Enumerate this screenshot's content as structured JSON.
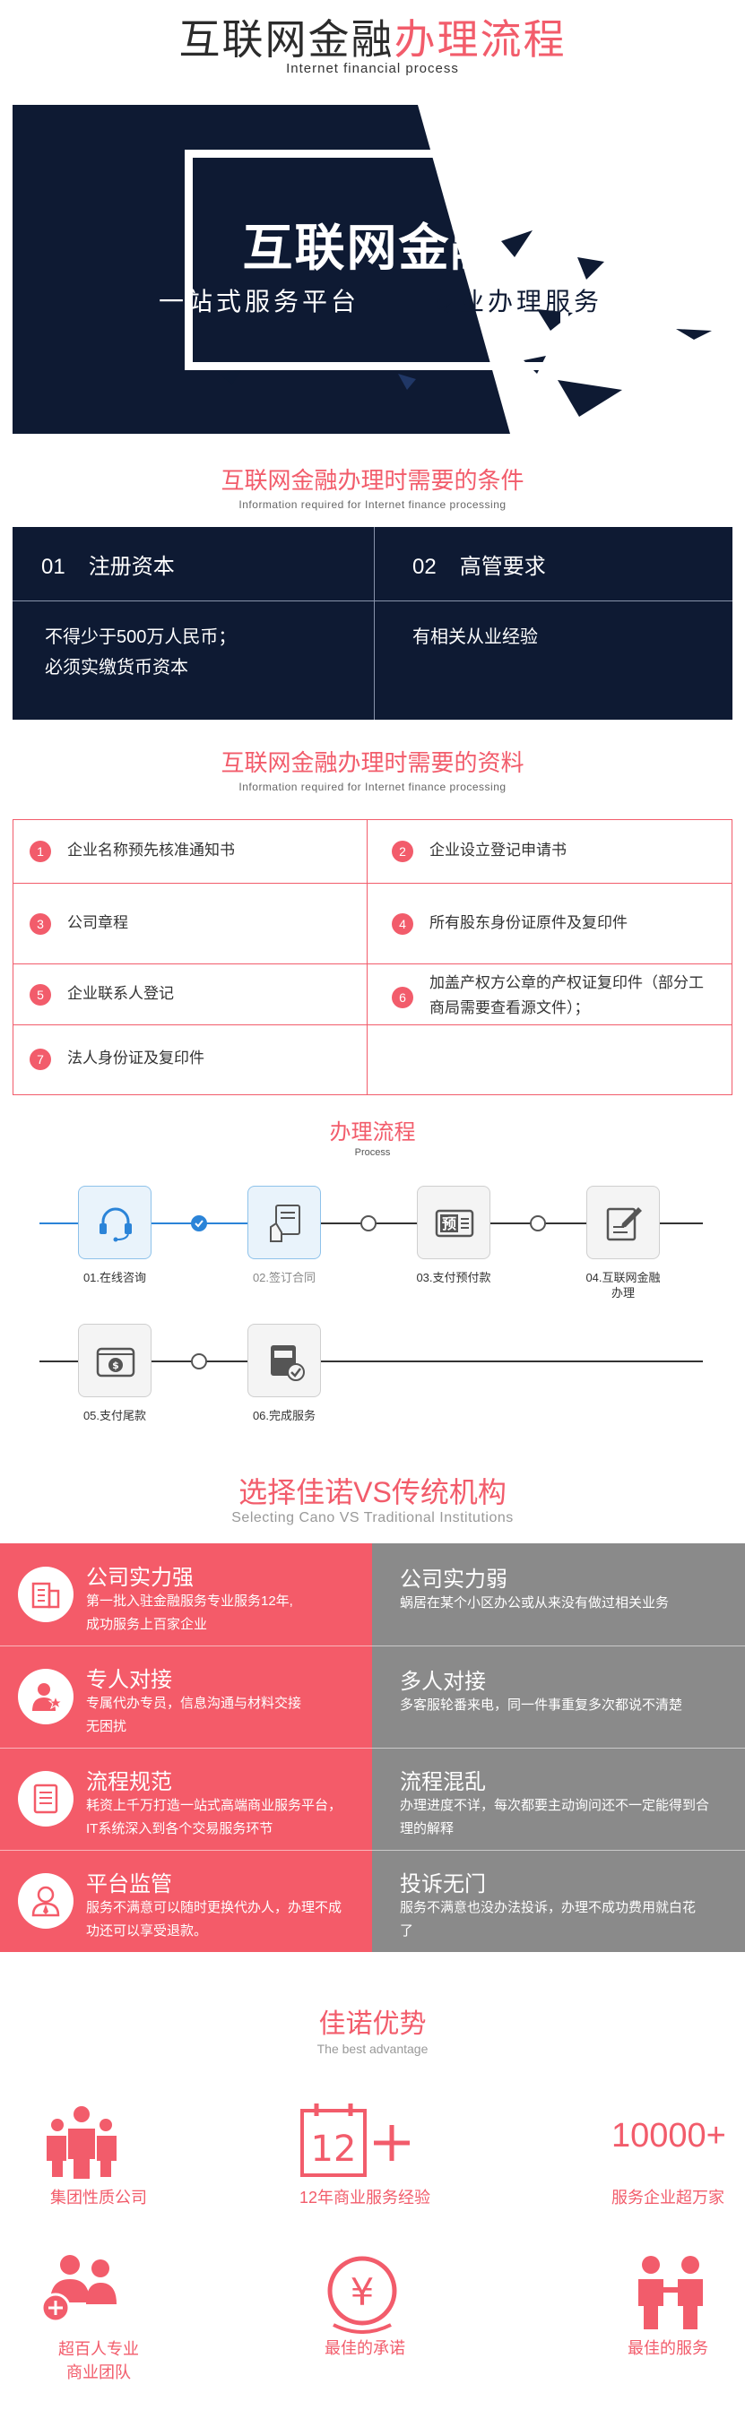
{
  "header": {
    "title_dark": "互联网金融",
    "title_red": "办理流程",
    "subtitle": "Internet financial process"
  },
  "banner": {
    "title": "互联网金融",
    "slogan_left": "一站式服务平台",
    "slogan_right": "专业办理服务"
  },
  "conditions": {
    "title": "互联网金融办理时需要的条件",
    "subtitle": "Information required for Internet finance processing",
    "items": [
      {
        "num": "01",
        "title": "注册资本",
        "lines": [
          "不得少于500万人民币；",
          "必须实缴货币资本"
        ]
      },
      {
        "num": "02",
        "title": "高管要求",
        "lines": [
          "有相关从业经验"
        ]
      }
    ]
  },
  "materials": {
    "title": "互联网金融办理时需要的资料",
    "subtitle": "Information required for Internet finance processing",
    "items": [
      {
        "num": "1",
        "text": "企业名称预先核准通知书"
      },
      {
        "num": "2",
        "text": "企业设立登记申请书"
      },
      {
        "num": "3",
        "text": "公司章程"
      },
      {
        "num": "4",
        "text": "所有股东身份证原件及复印件"
      },
      {
        "num": "5",
        "text": "企业联系人登记"
      },
      {
        "num": "6",
        "text": "加盖产权方公章的产权证复印件（部分工商局需要查看源文件）；"
      },
      {
        "num": "7",
        "text": "法人身份证及复印件"
      }
    ]
  },
  "process": {
    "title": "办理流程",
    "subtitle": "Process",
    "steps": [
      {
        "label": "01.在线咨询",
        "icon": "headset-icon"
      },
      {
        "label": "02.签订合同",
        "icon": "contract-sign-icon"
      },
      {
        "label": "03.支付预付款",
        "icon": "prepay-icon",
        "icon_text": "预"
      },
      {
        "label": "04.互联网金融办理",
        "icon": "edit-form-icon"
      },
      {
        "label": "05.支付尾款",
        "icon": "wallet-icon"
      },
      {
        "label": "06.完成服务",
        "icon": "complete-icon"
      }
    ]
  },
  "compare": {
    "title_red": "选择佳诺",
    "title_vs": "VS",
    "title_dark": "传统机构",
    "subtitle": "Selecting Cano VS Traditional Institutions",
    "left": [
      {
        "title": "公司实力强",
        "text": "第一批入驻金融服务专业服务12年,成功服务上百家企业",
        "icon": "building-icon"
      },
      {
        "title": "专人对接",
        "text": "专属代办专员，信息沟通与材料交接无困扰",
        "icon": "person-star-icon"
      },
      {
        "title": "流程规范",
        "text": "耗资上千万打造一站式高端商业服务平台，IT系统深入到各个交易服务环节",
        "icon": "checklist-icon"
      },
      {
        "title": "平台监管",
        "text": "服务不满意可以随时更换代办人，办理不成功还可以享受退款。",
        "icon": "supervisor-icon"
      }
    ],
    "right": [
      {
        "title": "公司实力弱",
        "text": "蜗居在某个小区办公或从来没有做过相关业务"
      },
      {
        "title": "多人对接",
        "text": "多客服轮番来电，同一件事重复多次都说不清楚"
      },
      {
        "title": "流程混乱",
        "text": "办理进度不详，每次都要主动询问还不一定能得到合理的解释"
      },
      {
        "title": "投诉无门",
        "text": "服务不满意也没办法投诉，办理不成功费用就白花了"
      }
    ]
  },
  "advantages": {
    "title": "佳诺优势",
    "subtitle": "The best advantage",
    "years_badge": "12",
    "number_badge": "10000+",
    "yuan_symbol": "¥",
    "items": [
      {
        "label": "集团性质公司",
        "icon": "group-icon"
      },
      {
        "label": "12年商业服务经验",
        "icon": "calendar-12-plus-icon"
      },
      {
        "label": "服务企业超万家",
        "icon": "number-10000-icon"
      },
      {
        "label": "超百人专业商业团队",
        "line1": "超百人专业",
        "line2": "商业团队",
        "icon": "team-plus-icon"
      },
      {
        "label": "最佳的承诺",
        "icon": "yuan-promise-icon"
      },
      {
        "label": "最佳的服务",
        "icon": "handshake-service-icon"
      }
    ]
  },
  "colors": {
    "accent": "#f25c6b",
    "navy": "#0e1a33",
    "gray": "#8a8a8a",
    "blue": "#2b84d8"
  }
}
